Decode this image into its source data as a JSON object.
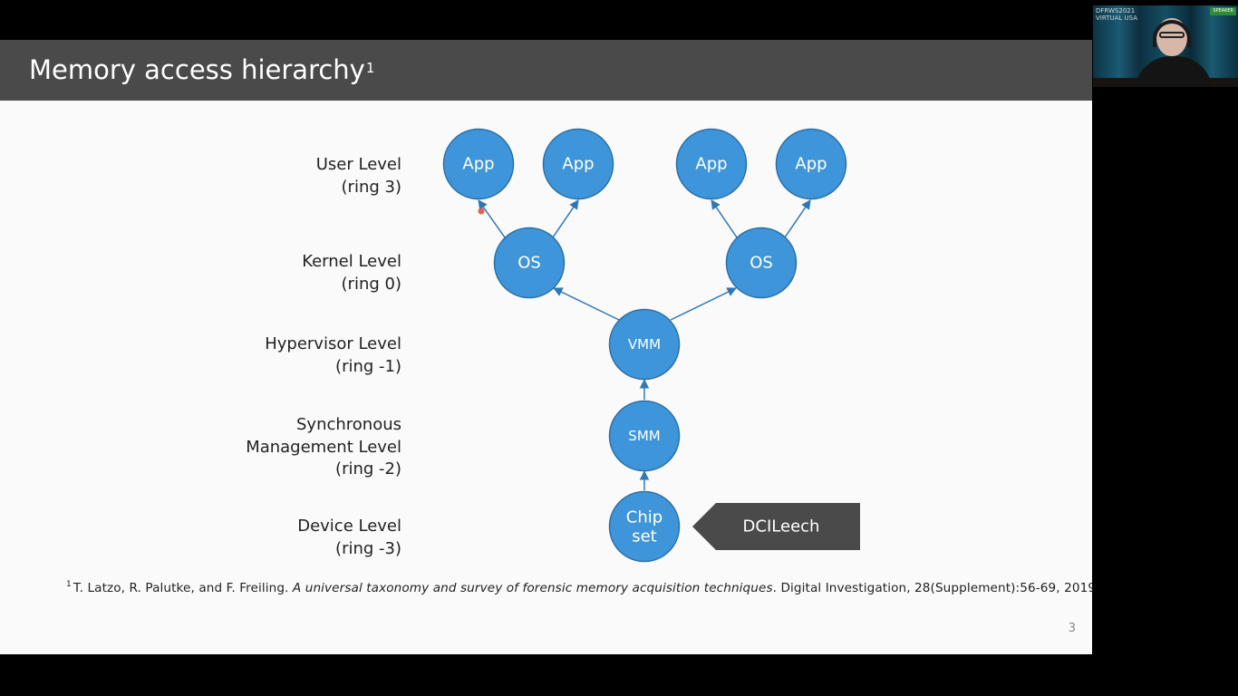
{
  "slide": {
    "title": "Memory access hierarchy",
    "title_footnote_mark": "1",
    "page_number": "3"
  },
  "levels": [
    {
      "label": "User Level\n(ring 3)"
    },
    {
      "label": "Kernel Level\n(ring 0)"
    },
    {
      "label": "Hypervisor Level\n(ring -1)"
    },
    {
      "label": "Synchronous\nManagement Level\n(ring -2)"
    },
    {
      "label": "Device Level\n(ring -3)"
    }
  ],
  "nodes": {
    "app1": "App",
    "app2": "App",
    "app3": "App",
    "app4": "App",
    "os_left": "OS",
    "os_right": "OS",
    "vmm": "VMM",
    "smm": "SMM",
    "chipset_line1": "Chip",
    "chipset_line2": "set",
    "dcileech": "DCILeech"
  },
  "footnote": {
    "mark": "1",
    "authors": "T. Latzo, R. Palutke, and F. Freiling. ",
    "title": "A universal taxonomy and survey of forensic memory acquisition techniques",
    "source": ". Digital Investigation, 28(Supplement):56-69, 2019."
  },
  "webcam": {
    "logo_text": "DFRWS2021\nVIRTUAL USA",
    "badge": "SPEAKER"
  },
  "colors": {
    "title_bar": "#4a4a4a",
    "node_fill": "#3f95d9",
    "node_stroke": "#2a6fa8",
    "arrow": "#2e78b6",
    "dcileech_fill": "#4a4a4a",
    "slide_bg": "#fafafa"
  }
}
